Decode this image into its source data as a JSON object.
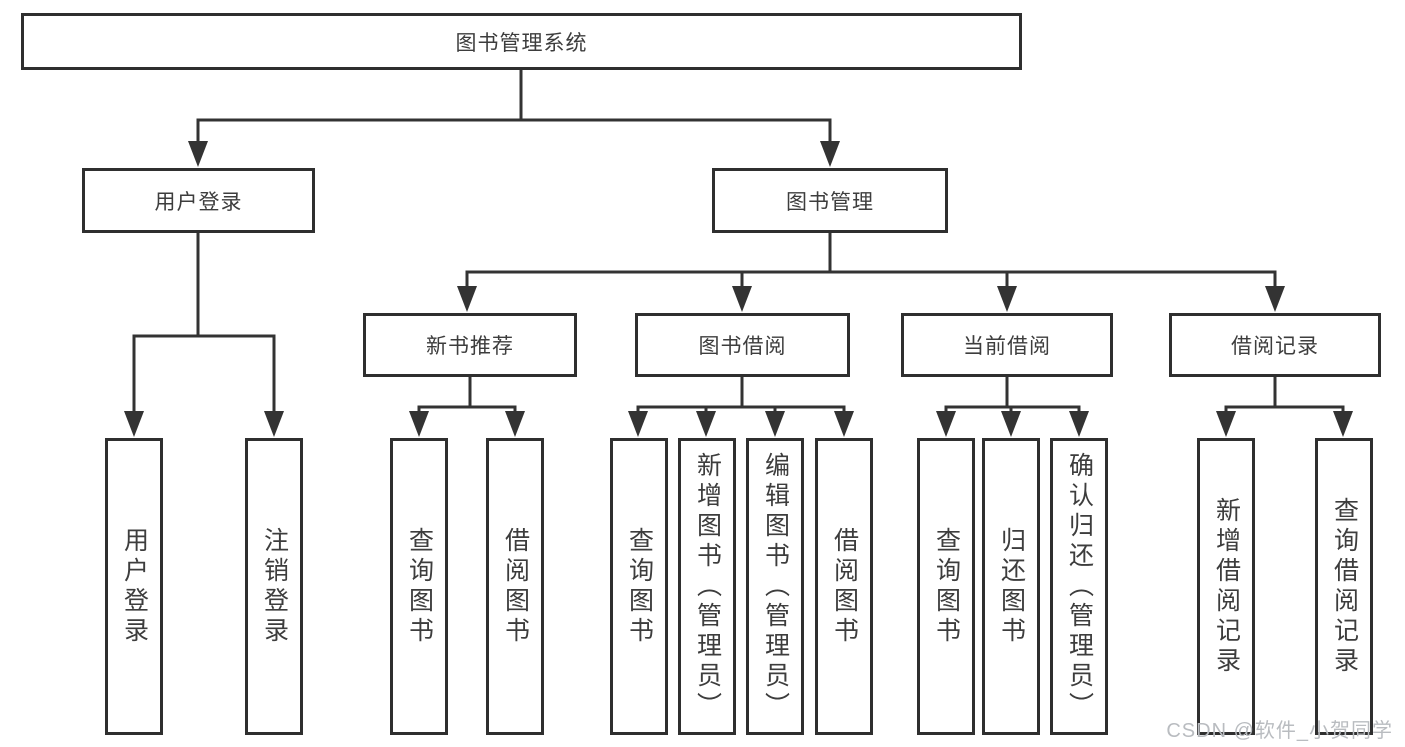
{
  "diagram": {
    "root": {
      "label": "图书管理系统"
    },
    "level2": [
      {
        "label": "用户登录"
      },
      {
        "label": "图书管理"
      }
    ],
    "level3": [
      {
        "label": "新书推荐"
      },
      {
        "label": "图书借阅"
      },
      {
        "label": "当前借阅"
      },
      {
        "label": "借阅记录"
      }
    ],
    "leaves": [
      {
        "label": "用户登录"
      },
      {
        "label": "注销登录"
      },
      {
        "label": "查询图书"
      },
      {
        "label": "借阅图书"
      },
      {
        "label": "查询图书"
      },
      {
        "label": "新增图书（管理员）"
      },
      {
        "label": "编辑图书（管理员）"
      },
      {
        "label": "借阅图书"
      },
      {
        "label": "查询图书"
      },
      {
        "label": "归还图书"
      },
      {
        "label": "确认归还（管理员）"
      },
      {
        "label": "新增借阅记录"
      },
      {
        "label": "查询借阅记录"
      }
    ]
  },
  "watermark": "CSDN @软件_小贺同学",
  "colors": {
    "line": "#333333",
    "box_border": "#2f2f2f",
    "text": "#3d3d3d",
    "watermark": "#b9bcc0",
    "background": "#ffffff"
  }
}
